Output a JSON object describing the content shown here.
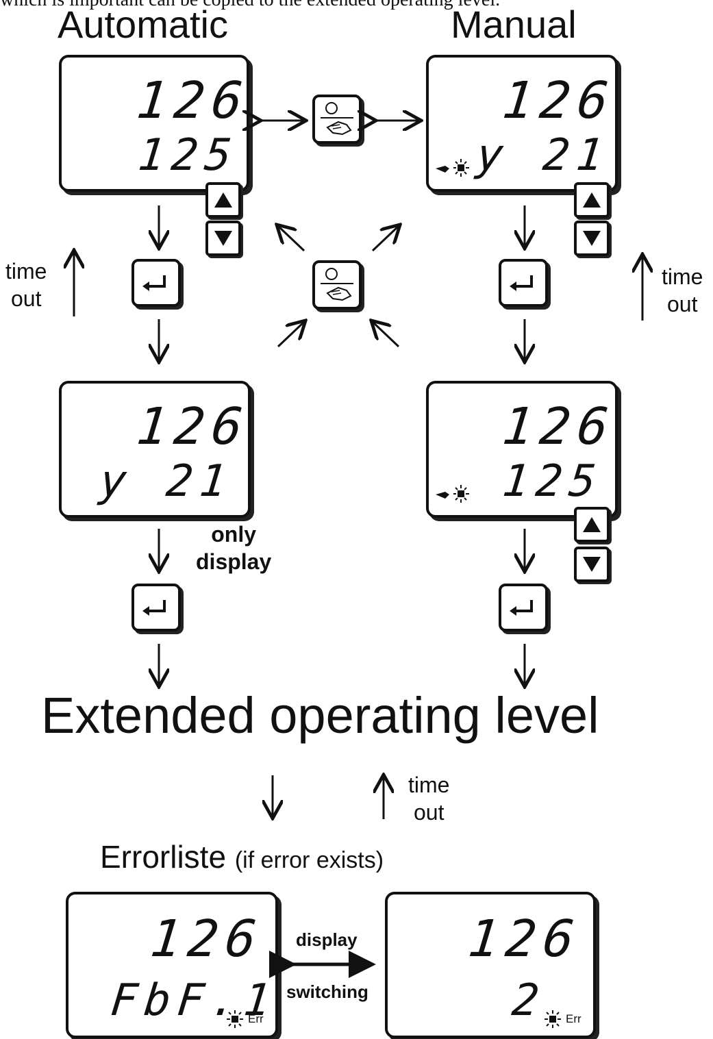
{
  "top_line": "which is important can be copied to the extended operating level.",
  "columns": {
    "automatic_title": "Automatic",
    "manual_title": "Manual"
  },
  "displays": {
    "auto_main": {
      "line1": "126",
      "line2": "125"
    },
    "manual_main": {
      "line1": "126",
      "line2": "y 21"
    },
    "auto_output": {
      "line1": "126",
      "line2": "y 21"
    },
    "manual_setpoint": {
      "line1": "126",
      "line2": "125"
    },
    "error_left": {
      "line1": "126",
      "line2": "FbF.1",
      "indicator": "Err"
    },
    "error_right": {
      "line1": "126",
      "line2": "2",
      "indicator": "Err"
    }
  },
  "notes": {
    "timeout_left": "time\nout",
    "timeout_right": "time\nout",
    "timeout_bottom": "time\nout",
    "only_display": "only\ndisplay",
    "display_switching_top": "display",
    "display_switching_bottom": "switching"
  },
  "extended_level": "Extended operating level",
  "error_list": {
    "title": "Errorliste",
    "condition": "(if error exists)"
  },
  "icons": {
    "arrow_up": "up-arrow-key-icon",
    "arrow_down": "down-arrow-key-icon",
    "enter": "enter-key-icon",
    "auto_manual": "auto-manual-key-icon",
    "hand_blink": "manual-mode-indicator-icon",
    "err_blink": "error-indicator-icon"
  }
}
